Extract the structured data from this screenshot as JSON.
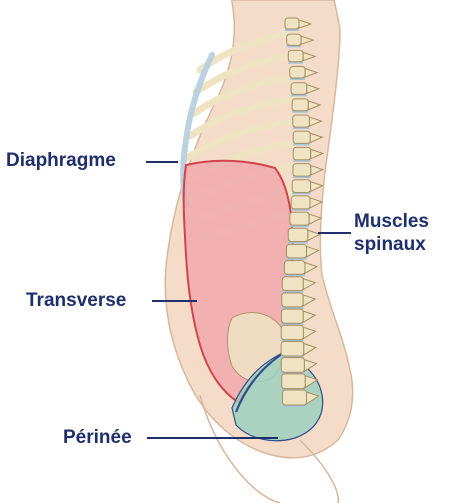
{
  "labels": {
    "diaphragme": "Diaphragme",
    "transverse": "Transverse",
    "perinee": "Périnée",
    "muscles_line1": "Muscles",
    "muscles_line2": "spinaux"
  },
  "colors": {
    "label_text": "#1f2f6b",
    "leader_line": "#1f2f6b",
    "skin": "#f4dcc8",
    "skin_outline": "#d9b79d",
    "bone": "#efe3c4",
    "bone_outline": "#a58e62",
    "disc": "#a9c3d6",
    "cartilage": "#b5cde0",
    "transverse_fill": "#f2a3a8",
    "transverse_outline": "#d0444c",
    "pelvic_floor_fill": "#9ed0c0",
    "pelvic_floor_outline": "#2f4d8a"
  }
}
